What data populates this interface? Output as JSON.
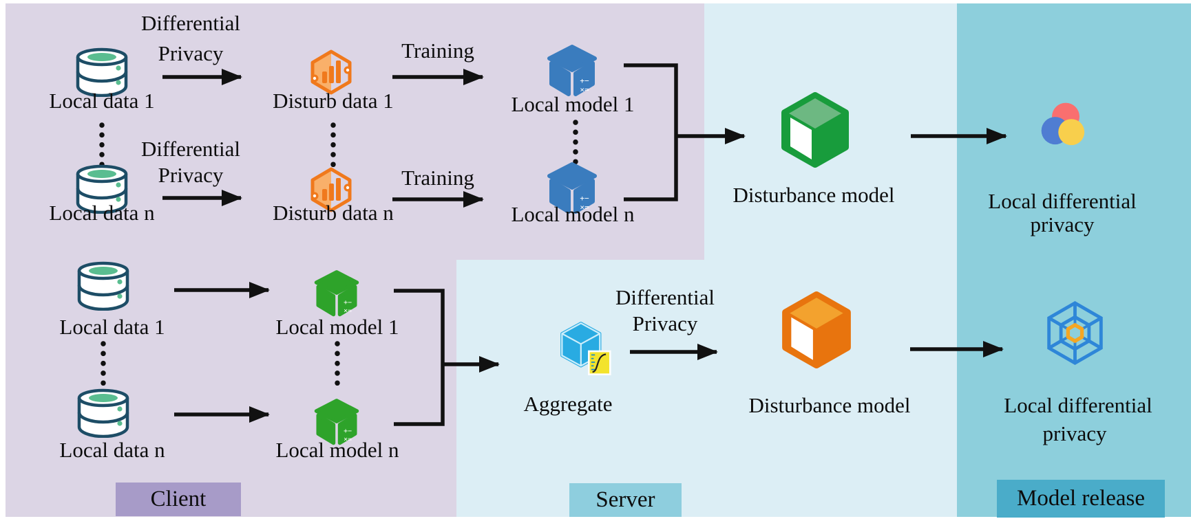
{
  "zones": {
    "client": {
      "badge": "Client",
      "bg": "#dcd5e5",
      "badge_bg": "#a79bc8"
    },
    "server": {
      "badge": "Server",
      "bg": "#dceef5",
      "badge_bg": "#8ecede"
    },
    "release": {
      "badge": "Model release",
      "bg": "#8dcfdc",
      "badge_bg": "#4aacc9"
    }
  },
  "flow_top": {
    "row1": {
      "data_label": "Local data 1",
      "dp1": "Differential",
      "dp2": "Privacy",
      "disturb_label": "Disturb data 1",
      "training": "Training",
      "model_label": "Local model 1"
    },
    "rown": {
      "data_label": "Local data n",
      "dp1": "Differential",
      "dp2": "Privacy",
      "disturb_label": "Disturb data n",
      "training": "Training",
      "model_label": "Local model n"
    },
    "server_model_label": "Disturbance model",
    "release_line1": "Local differential",
    "release_line2": "privacy"
  },
  "flow_bottom": {
    "row1": {
      "data_label": "Local data 1",
      "model_label": "Local model 1"
    },
    "rown": {
      "data_label": "Local data n",
      "model_label": "Local model n"
    },
    "aggregate_label": "Aggregate",
    "dp1": "Differential",
    "dp2": "Privacy",
    "server_model_label": "Disturbance model",
    "release_line1": "Local differential",
    "release_line2": "privacy"
  },
  "icon_colors": {
    "database_outline": "#1d4d66",
    "database_top": "#5abd90",
    "disturb_hex": "#f0791c",
    "disturb_fill": "#f9b06a",
    "model_cube_blue": "#3a7cbe",
    "model_cube_green": "#2ea32a",
    "big_cube_green": "#189c3c",
    "big_cube_green_top": "#6db882",
    "big_cube_orange": "#e8740e",
    "big_cube_orange_top": "#f3a22e",
    "aggregate_cyan": "#29abe2",
    "aggregate_yellow": "#f3e32c",
    "circle_red": "#f96f6f",
    "circle_blue": "#4f7dd2",
    "circle_yellow": "#f8cf4c",
    "web_blue": "#2e86d8",
    "web_orange": "#f5a623",
    "arrow": "#111111"
  }
}
